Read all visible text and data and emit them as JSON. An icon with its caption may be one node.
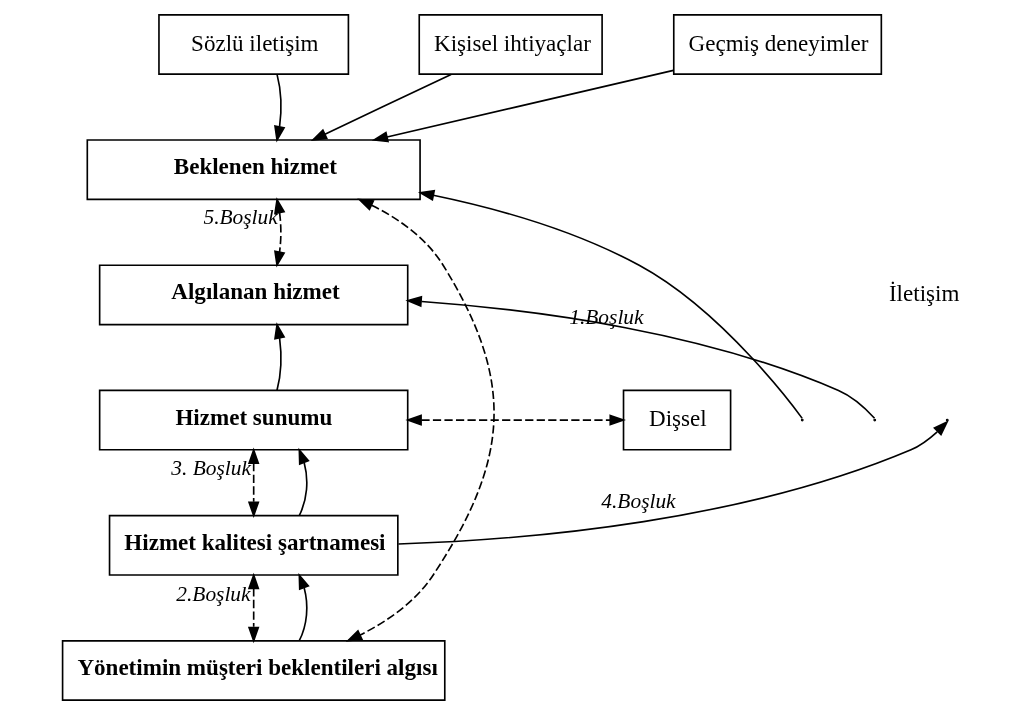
{
  "diagram": {
    "nodes": [
      {
        "text": [
          "Sözlü iletişim"
        ]
      },
      {
        "text": [
          "Kişisel ihtiyaçlar"
        ]
      },
      {
        "text": [
          "Geçmiş deneyimler"
        ]
      },
      {
        "text": [
          "Beklenen hizmet"
        ]
      },
      {
        "text": [
          "Algılanan hizmet"
        ]
      },
      {
        "text": [
          "Hizmet sunumu"
        ]
      },
      {
        "text": [
          "Dişsel"
        ]
      },
      {
        "text": [
          "Hizmet kalitesi şartnamesi"
        ]
      },
      {
        "text": [
          "Yönetimin müşteri beklentileri algısı"
        ]
      }
    ],
    "edges": [
      {
        "from": 0,
        "to": 3,
        "arrow": "to"
      },
      {
        "from": 1,
        "to": 3,
        "arrow": "to"
      },
      {
        "from": 2,
        "to": 3,
        "arrow": "to"
      },
      {
        "from": 3,
        "to": 4,
        "arrow": "both",
        "style": "dashed",
        "label": "5.Boşluk"
      },
      {
        "from": 5,
        "to": 4,
        "arrow": "to"
      },
      {
        "from": 5,
        "to": 6,
        "arrow": "both",
        "style": "dashed"
      },
      {
        "from": 5,
        "to": 7,
        "arrow": "both",
        "style": "dashed",
        "label": "3. Boşluk"
      },
      {
        "from": 7,
        "to": 5,
        "arrow": "to"
      },
      {
        "from": 7,
        "to": 8,
        "arrow": "both",
        "style": "dashed",
        "label": "2.Boşluk"
      },
      {
        "from": 8,
        "to": 7,
        "arrow": "to"
      },
      {
        "from": 7,
        "to": null,
        "arrow": "to",
        "label": "4.Boşluk"
      },
      {
        "from": null,
        "to": 4,
        "arrow": "to",
        "label": "1.Boşluk"
      },
      {
        "from": null,
        "to": 3,
        "arrow": "to"
      },
      {
        "from": 3,
        "to": 8,
        "arrow": "both",
        "style": "dashed"
      }
    ],
    "labels": [
      "İletişim"
    ]
  }
}
